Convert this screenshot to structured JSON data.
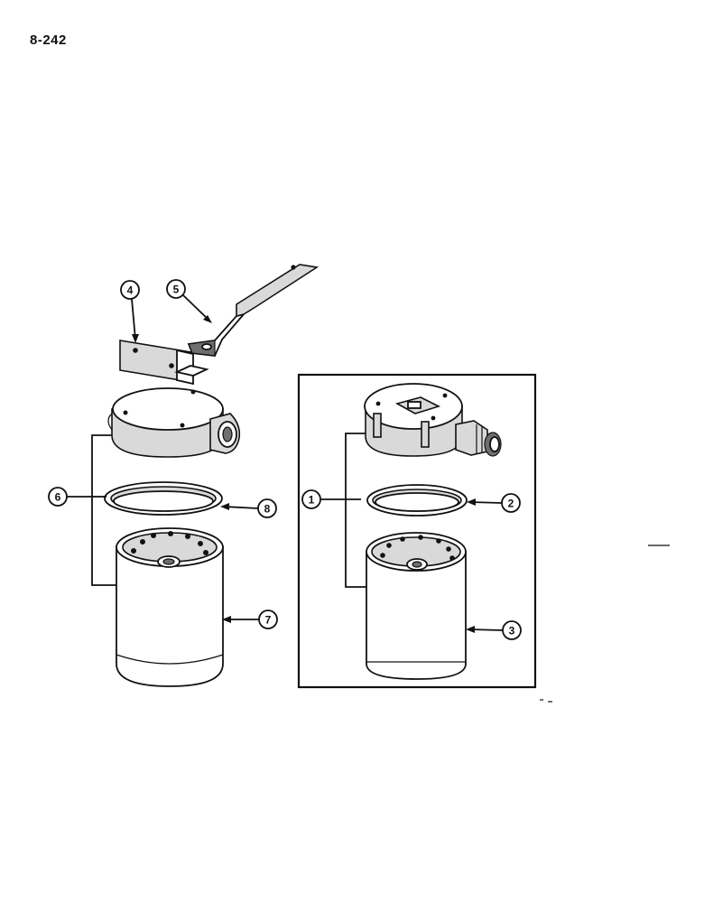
{
  "page": {
    "page_number": "8-242"
  },
  "callouts": {
    "c1": "1",
    "c2": "2",
    "c3": "3",
    "c4": "4",
    "c5": "5",
    "c6": "6",
    "c7": "7",
    "c8": "8"
  },
  "colors": {
    "ink": "#111111",
    "paper": "#ffffff",
    "shade": "#d9d9d9"
  }
}
